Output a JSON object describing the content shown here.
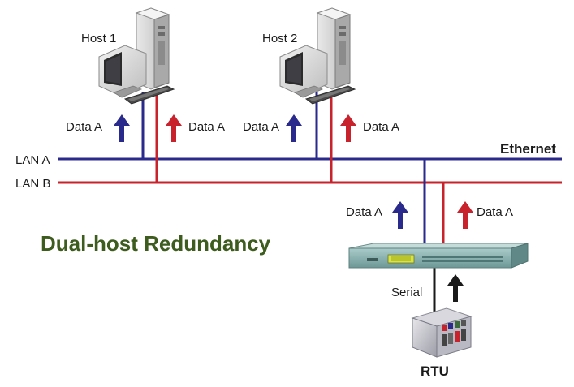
{
  "title": "Dual-host Redundancy",
  "network_label": "Ethernet",
  "lans": [
    {
      "label": "LAN A",
      "color": "#2a2a8c"
    },
    {
      "label": "LAN B",
      "color": "#c8232c"
    }
  ],
  "hosts": [
    {
      "label": "Host 1"
    },
    {
      "label": "Host 2"
    }
  ],
  "data_labels": {
    "host1_blue": "Data A",
    "host1_red": "Data A",
    "host2_blue": "Data A",
    "host2_red": "Data A",
    "device_blue": "Data A",
    "device_red": "Data A"
  },
  "serial_label": "Serial",
  "rtu_label": "RTU",
  "colors": {
    "blue": "#2a2a8c",
    "red": "#c8232c",
    "title_green": "#3d5c1e",
    "black": "#1a1a1a",
    "device_teal": "#7fa7a6"
  },
  "icons": [
    "computer-icon",
    "device-server-icon",
    "rtu-icon",
    "arrow-up-icon"
  ]
}
